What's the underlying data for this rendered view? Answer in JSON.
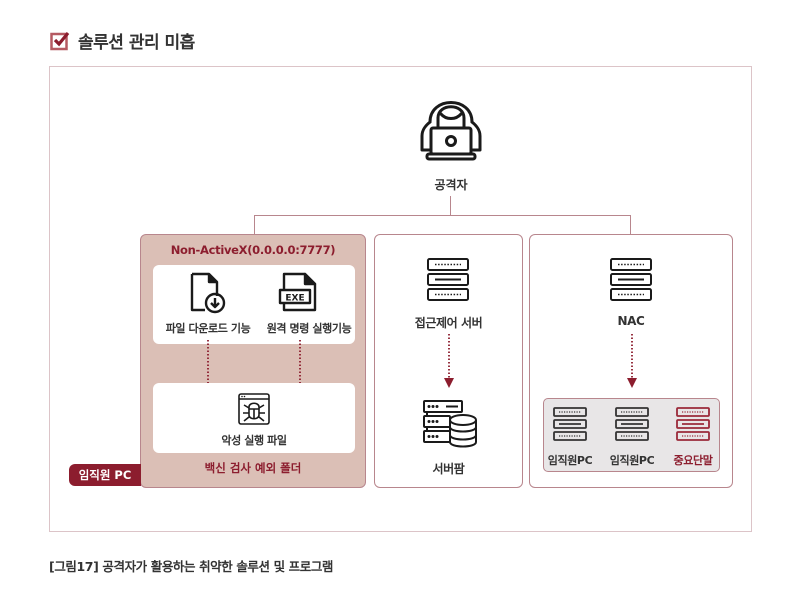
{
  "header": {
    "title": "솔루션 관리 미흡",
    "icon": "checkbox-checked-icon"
  },
  "colors": {
    "accent": "#8c1d2e",
    "panel_bg": "#dbbfb6",
    "border": "#b8868d",
    "nac_group_bg": "#e8e6e7"
  },
  "attacker": {
    "label": "공격자",
    "icon": "hooded-hacker-laptop-icon"
  },
  "employee_pc": {
    "badge": "임직원 PC",
    "header": "Non-ActiveX(0.0.0.0:7777)",
    "features": [
      {
        "label": "파일 다운로드 기능",
        "icon": "file-download-icon"
      },
      {
        "label": "원격 명령 실행기능",
        "icon": "exe-file-icon",
        "icon_text": "EXE"
      }
    ],
    "malware": {
      "label": "악성 실행 파일",
      "icon": "bug-window-icon"
    },
    "footer": "백신 검사 예외 폴더"
  },
  "access_control": {
    "server_label": "접근제어 서버",
    "farm_label": "서버팜"
  },
  "nac": {
    "label": "NAC",
    "targets": [
      {
        "label": "임직원PC",
        "highlight": false
      },
      {
        "label": "임직원PC",
        "highlight": false
      },
      {
        "label": "중요단말",
        "highlight": true
      }
    ]
  },
  "caption": "[그림17] 공격자가 활용하는 취약한 솔루션 및 프로그램"
}
